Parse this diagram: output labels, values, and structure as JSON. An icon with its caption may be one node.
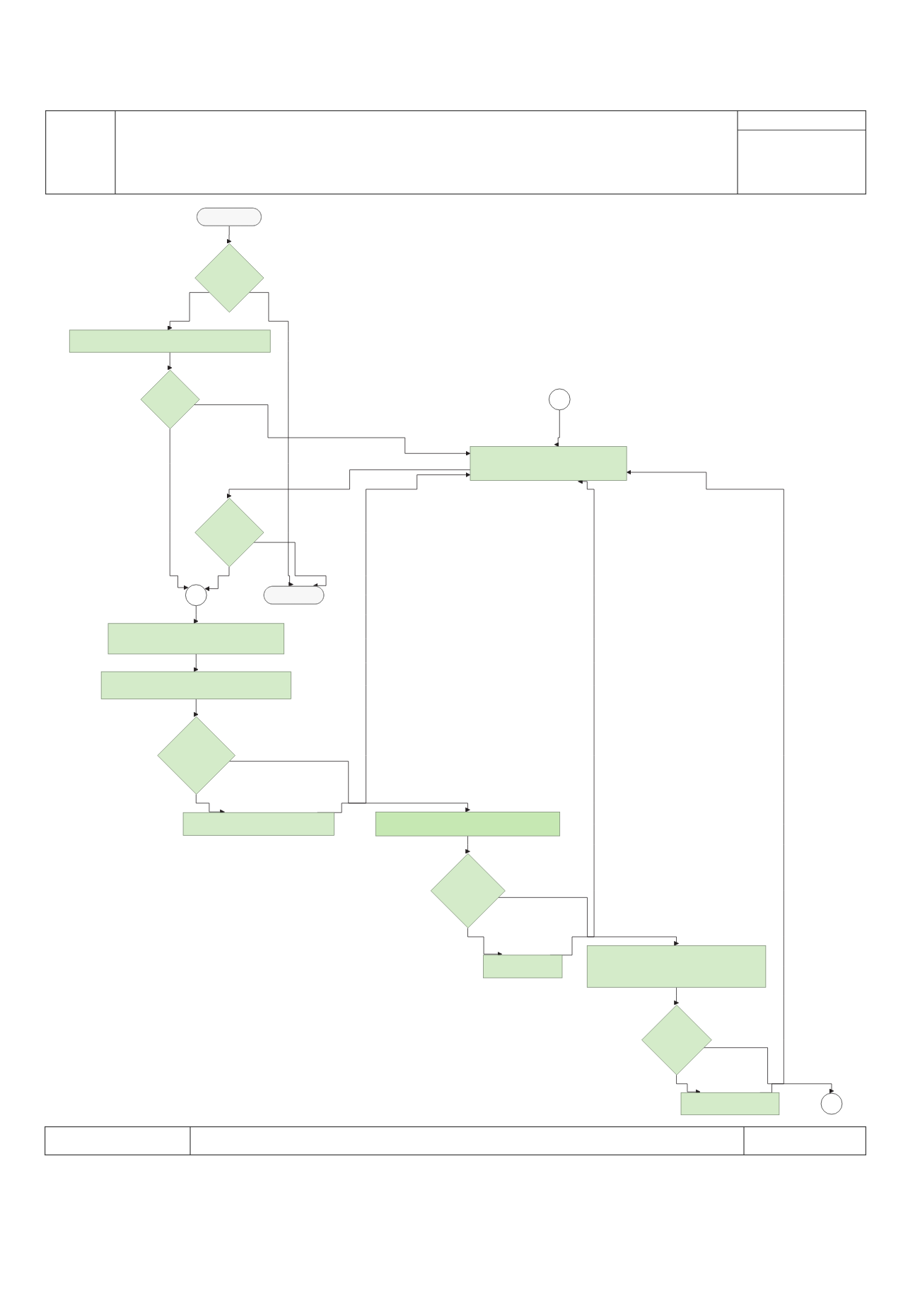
{
  "diagram": {
    "nodes": [
      {
        "text": [],
        "shape": "stadium"
      },
      {
        "text": [],
        "shape": "diamond"
      },
      {
        "text": [],
        "shape": "box"
      },
      {
        "text": [],
        "shape": "diamond"
      },
      {
        "text": [],
        "shape": "box"
      },
      {
        "text": [],
        "shape": "diamond"
      },
      {
        "text": [],
        "shape": "circle"
      },
      {
        "text": [],
        "shape": "box"
      },
      {
        "text": [],
        "shape": "stadium"
      },
      {
        "text": [],
        "shape": "box"
      },
      {
        "text": [],
        "shape": "diamond"
      },
      {
        "text": [],
        "shape": "box"
      },
      {
        "text": [],
        "shape": "box"
      },
      {
        "text": [],
        "shape": "diamond"
      },
      {
        "text": [],
        "shape": "box"
      },
      {
        "text": [],
        "shape": "box"
      },
      {
        "text": [],
        "shape": "diamond"
      },
      {
        "text": [],
        "shape": "box"
      },
      {
        "text": [],
        "shape": "circle"
      },
      {
        "text": [],
        "shape": "circle"
      }
    ],
    "edges": [
      {
        "from": 0,
        "to": 1,
        "arrow": "to"
      },
      {
        "from": 1,
        "to": 2,
        "arrow": "to"
      },
      {
        "from": 1,
        "to": 8,
        "arrow": "to"
      },
      {
        "from": 2,
        "to": 3,
        "arrow": "to"
      },
      {
        "from": 3,
        "to": 4,
        "arrow": "to"
      },
      {
        "from": 3,
        "to": 6,
        "arrow": "to"
      },
      {
        "from": 4,
        "to": 5,
        "arrow": "to"
      },
      {
        "from": 5,
        "to": 8,
        "arrow": "to"
      },
      {
        "from": 5,
        "to": 6,
        "arrow": "to"
      },
      {
        "from": 6,
        "to": 7,
        "arrow": "to"
      },
      {
        "from": 7,
        "to": 9,
        "arrow": "to"
      },
      {
        "from": 9,
        "to": 10,
        "arrow": "to"
      },
      {
        "from": 10,
        "to": 11,
        "arrow": "to"
      },
      {
        "from": 10,
        "to": 12,
        "arrow": "to"
      },
      {
        "from": 11,
        "to": 4,
        "arrow": "to"
      },
      {
        "from": 12,
        "to": 13,
        "arrow": "to"
      },
      {
        "from": 13,
        "to": 14,
        "arrow": "to"
      },
      {
        "from": 13,
        "to": 15,
        "arrow": "to"
      },
      {
        "from": 14,
        "to": 4,
        "arrow": "to"
      },
      {
        "from": 15,
        "to": 16,
        "arrow": "to"
      },
      {
        "from": 16,
        "to": 17,
        "arrow": "to"
      },
      {
        "from": 16,
        "to": 18,
        "arrow": "to"
      },
      {
        "from": 17,
        "to": 4,
        "arrow": "to"
      },
      {
        "from": 19,
        "to": 4,
        "arrow": "to"
      }
    ]
  }
}
